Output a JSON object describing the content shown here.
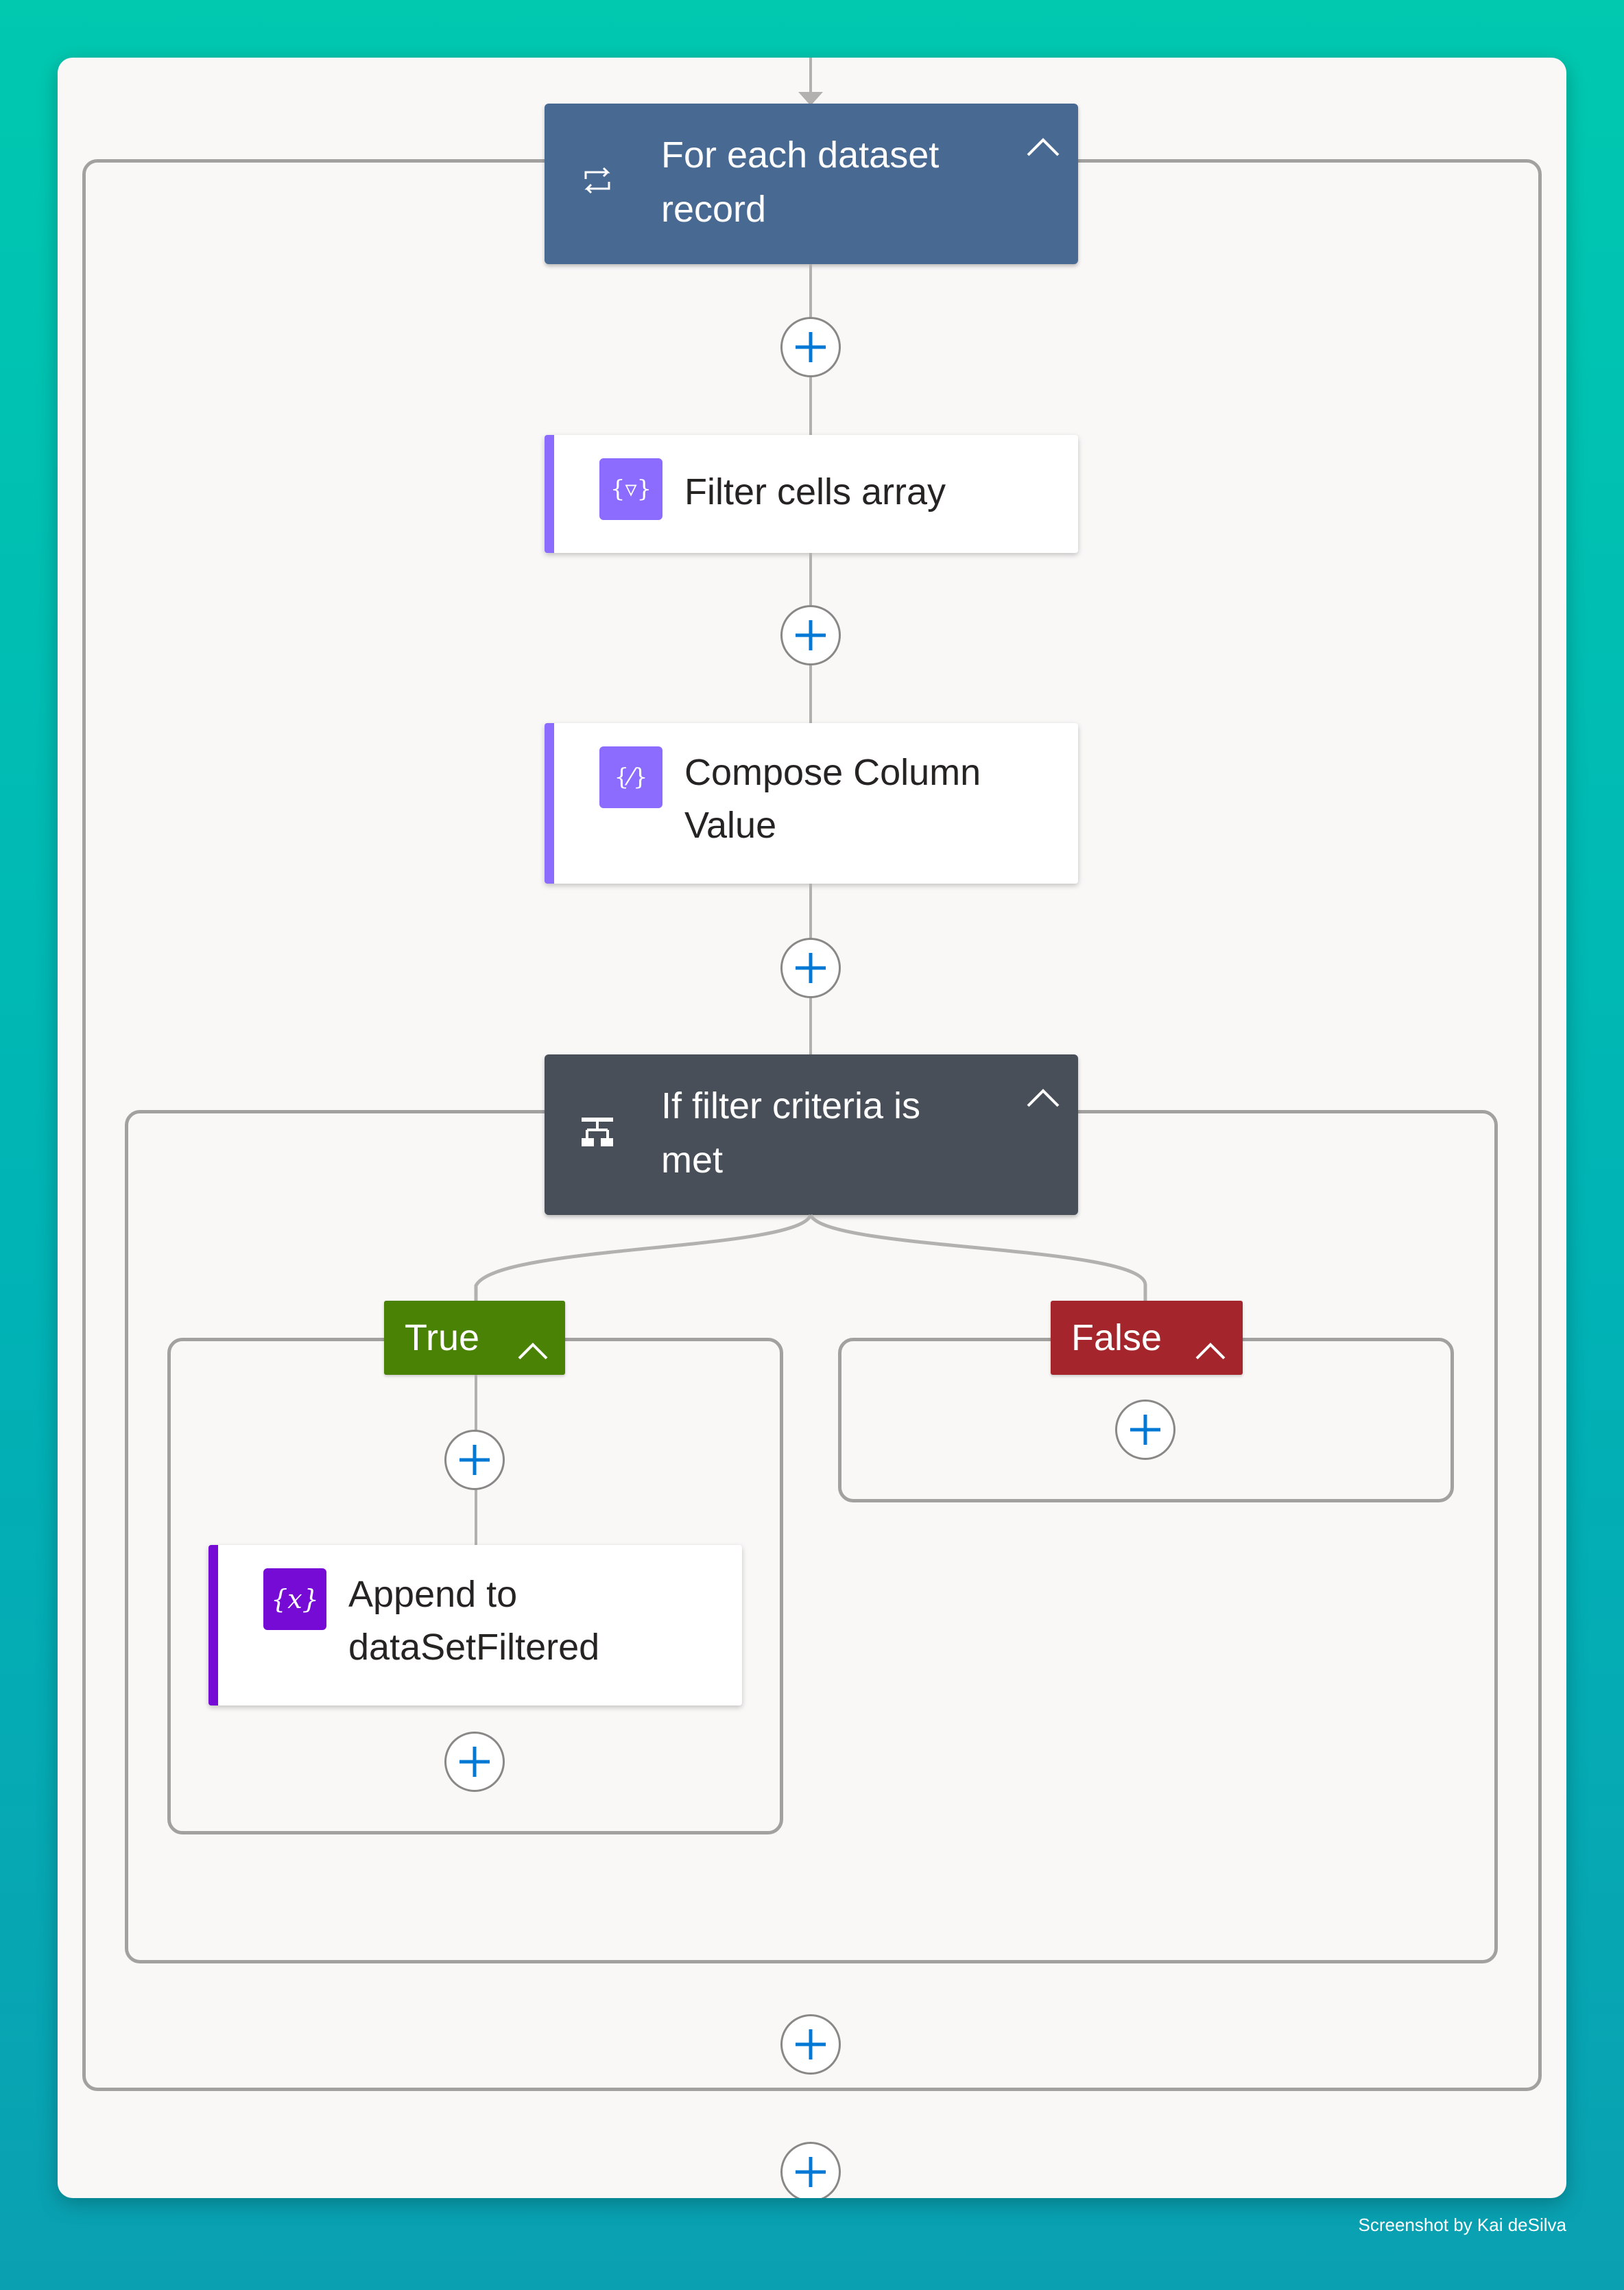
{
  "foreach_scope": {
    "title": "For each dataset record",
    "icon": "loop-icon",
    "color": "#486991"
  },
  "actions": {
    "filter_cells": {
      "label": "Filter cells array",
      "icon": "filter-array-icon",
      "color": "#8c6cff"
    },
    "compose_column": {
      "label": "Compose Column Value",
      "icon": "compose-icon",
      "color": "#8c6cff"
    },
    "append": {
      "label": "Append to dataSetFiltered",
      "icon": "variable-icon",
      "color": "#770bd6"
    }
  },
  "condition": {
    "title": "If filter criteria is met",
    "icon": "condition-icon",
    "color": "#484f58",
    "true_branch": {
      "label": "True",
      "color": "#498205"
    },
    "false_branch": {
      "label": "False",
      "color": "#a4262c"
    }
  },
  "colors": {
    "add_plus": "#0078d4",
    "connector": "#b3b1b0",
    "scope_border": "#a3a1a0",
    "canvas": "#f9f8f7"
  },
  "credit": "Screenshot by Kai deSilva"
}
